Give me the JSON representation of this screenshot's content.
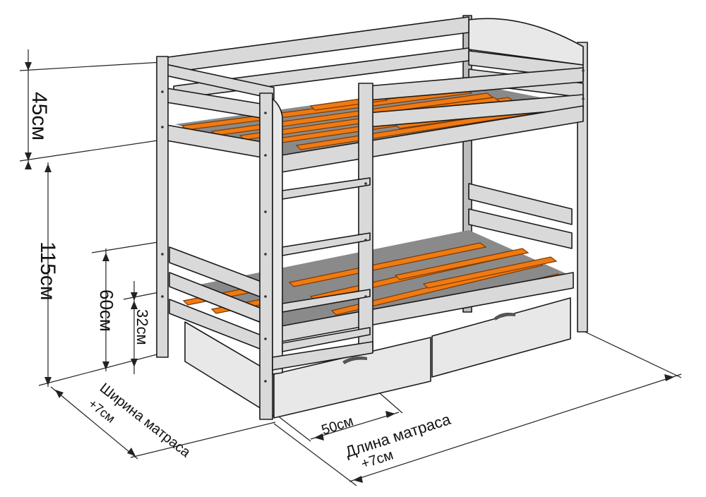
{
  "labels": {
    "top_rail_height": "45см",
    "floor_to_top_bed": "115см",
    "lower_rail_height": "60см",
    "floor_to_lower_bed": "32см",
    "ladder_offset": "50см",
    "mattress_width": "Ширина матраса",
    "mattress_width_extra": "+7см",
    "mattress_length": "Длина матраса",
    "mattress_length_extra": "+7см"
  },
  "colors": {
    "frame": "#d9d9d9",
    "slat": "#f07a12",
    "outline": "#1a1a1a"
  }
}
